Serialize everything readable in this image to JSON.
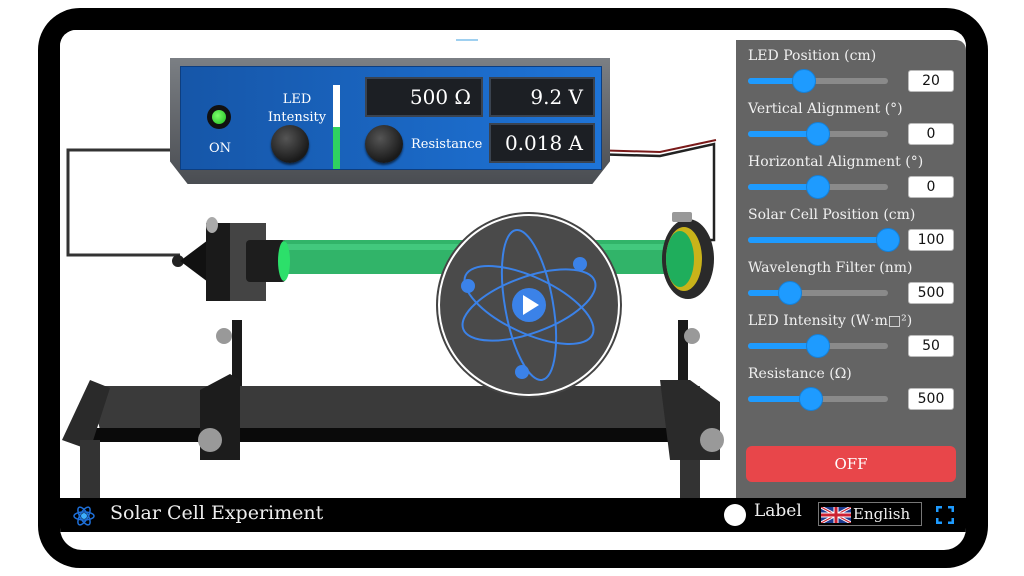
{
  "app": {
    "title": "Solar Cell Experiment",
    "accent_color": "#1e9bff",
    "off_button_color": "#e8464a"
  },
  "device": {
    "power_label": "ON",
    "led_intensity_label": "LED Intensity",
    "resistance_label": "Resistance",
    "resistance_display": "500 Ω",
    "voltage_display": "9.2 V",
    "current_display": "0.018 A",
    "intensity_level_percent": 50
  },
  "controls": [
    {
      "label": "LED Position (cm)",
      "value": "20",
      "fraction": 0.4
    },
    {
      "label": "Vertical Alignment (°)",
      "value": "0",
      "fraction": 0.5
    },
    {
      "label": "Horizontal Alignment (°)",
      "value": "0",
      "fraction": 0.5
    },
    {
      "label": "Solar Cell Position (cm)",
      "value": "100",
      "fraction": 1.0
    },
    {
      "label": "Wavelength Filter (nm)",
      "value": "500",
      "fraction": 0.3
    },
    {
      "label": "LED Intensity (W·m□²)",
      "value": "50",
      "fraction": 0.5
    },
    {
      "label": "Resistance (Ω)",
      "value": "500",
      "fraction": 0.45
    }
  ],
  "power_button": {
    "label": "OFF"
  },
  "footer": {
    "label_toggle": "Label",
    "language": "English",
    "icons": [
      "atom-logo-icon",
      "uk-flag-icon",
      "fullscreen-icon"
    ]
  },
  "overlay": {
    "icon": "play-icon"
  }
}
